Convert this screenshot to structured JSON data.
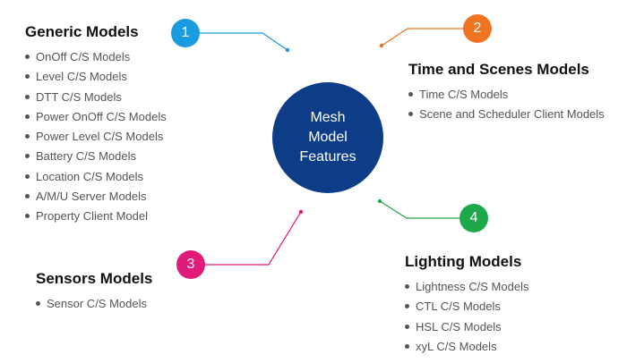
{
  "center": {
    "lines": [
      "Mesh",
      "Model",
      "Features"
    ],
    "color": "#0d3d86"
  },
  "groups": [
    {
      "number": "1",
      "color": "#1a9be0",
      "title": "Generic Models",
      "items": [
        "OnOff C/S Models",
        "Level C/S Models",
        "DTT C/S Models",
        "Power OnOff C/S Models",
        "Power Level C/S Models",
        "Battery C/S Models",
        "Location C/S Models",
        "A/M/U Server Models",
        "Property Client Model"
      ]
    },
    {
      "number": "2",
      "color": "#ef7421",
      "title": "Time and Scenes Models",
      "items": [
        "Time C/S Models",
        "Scene and Scheduler Client Models"
      ]
    },
    {
      "number": "3",
      "color": "#e01b7a",
      "title": "Sensors Models",
      "items": [
        "Sensor C/S Models"
      ]
    },
    {
      "number": "4",
      "color": "#1fa84a",
      "title": "Lighting Models",
      "items": [
        "Lightness C/S Models",
        "CTL C/S Models",
        "HSL C/S Models",
        "xyL C/S Models"
      ]
    }
  ]
}
